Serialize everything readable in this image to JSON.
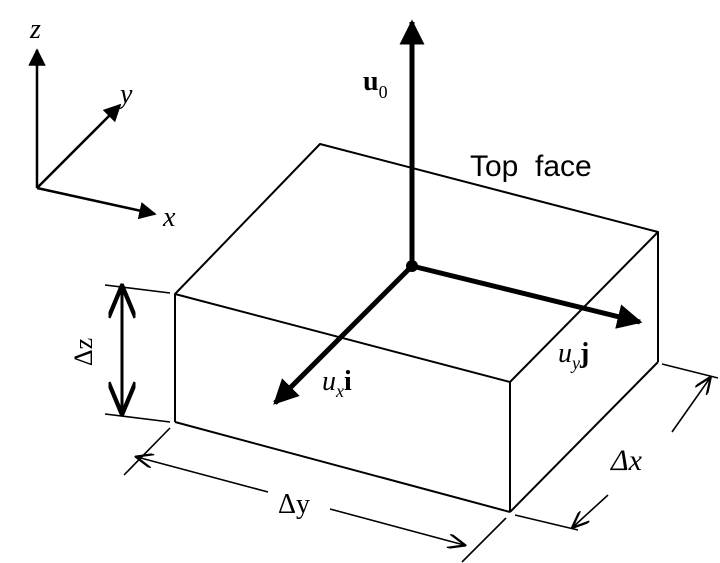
{
  "axes": {
    "z_label": "z",
    "y_label": "y",
    "x_label": "x"
  },
  "vectors": {
    "u0_main": "u",
    "u0_sub": "0",
    "ux_main": "u",
    "ux_sub": "x",
    "ux_unit": "i",
    "uy_main": "u",
    "uy_sub": "y",
    "uy_unit": "j"
  },
  "labels": {
    "top_face": "Top  face",
    "dz": "Δz",
    "dy": "Δy",
    "dx": "Δx"
  }
}
